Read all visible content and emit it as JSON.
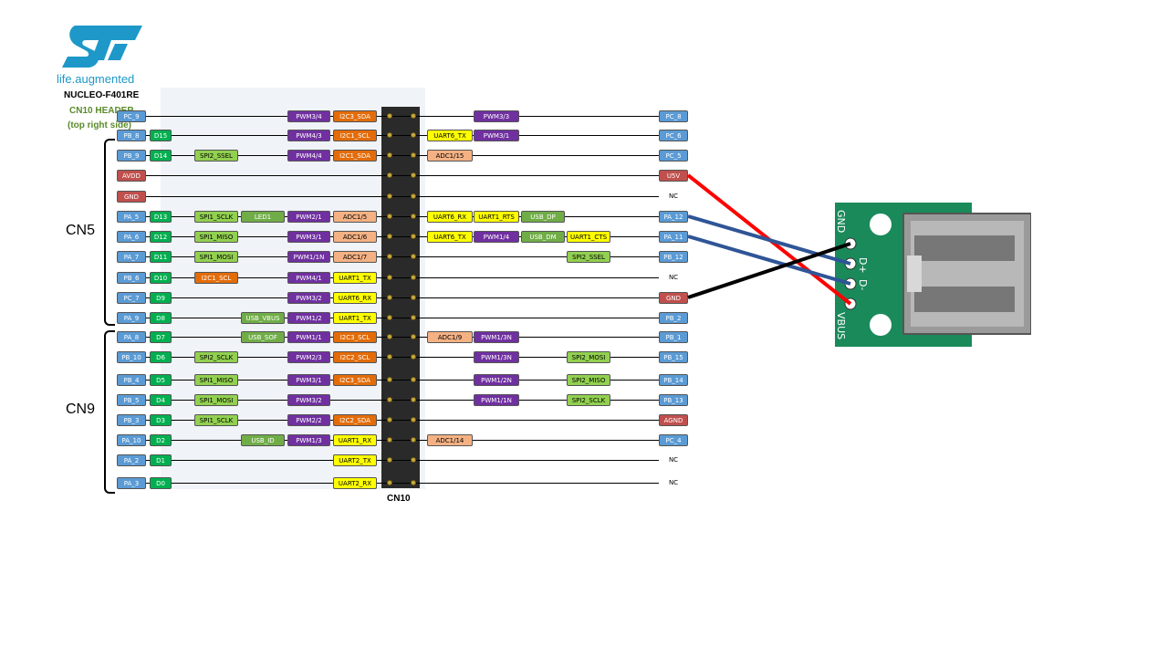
{
  "logo": {
    "tagline": "life.augmented",
    "board": "NUCLEO-F401RE",
    "header": "CN10 HEADER",
    "side": "(top right side)",
    "brand_color": "#1e98c8",
    "green": "#5a8a2a"
  },
  "connectors": {
    "cn5": "CN5",
    "cn9": "CN9",
    "cn10": "CN10"
  },
  "colors": {
    "port": "#5b9bd5",
    "arduino": "#00b050",
    "spi": "#92d050",
    "usb": "#70ad47",
    "pwm": "#7030a0",
    "i2c": "#e36c09",
    "adc": "#f4b183",
    "uart": "#ffff00",
    "power": "#c0504d",
    "wire_red": "#ff0000",
    "wire_blue": "#2f5597",
    "wire_black": "#000000",
    "pcb": "#1a8a5a"
  },
  "rows": [
    {
      "left": [
        [
          "PC_9",
          "port"
        ],
        null,
        null,
        [
          "PWM3/4",
          "pwm"
        ],
        [
          "I2C3_SDA",
          "i2c"
        ]
      ],
      "right": [
        null,
        [
          "PWM3/3",
          "pwm"
        ],
        null,
        null,
        null,
        [
          "PC_8",
          "port"
        ]
      ]
    },
    {
      "left": [
        [
          "PB_8",
          "port"
        ],
        [
          "D15",
          "arduino"
        ],
        null,
        [
          "PWM4/3",
          "pwm"
        ],
        [
          "I2C1_SCL",
          "i2c"
        ]
      ],
      "right": [
        [
          "UART6_TX",
          "uart"
        ],
        [
          "PWM3/1",
          "pwm"
        ],
        null,
        null,
        null,
        [
          "PC_6",
          "port"
        ]
      ]
    },
    {
      "left": [
        [
          "PB_9",
          "port"
        ],
        [
          "D14",
          "arduino"
        ],
        [
          "SPI2_SSEL",
          "spi"
        ],
        [
          "PWM4/4",
          "pwm"
        ],
        [
          "I2C1_SDA",
          "i2c"
        ]
      ],
      "right": [
        [
          "ADC1/15",
          "adc"
        ],
        null,
        null,
        null,
        null,
        [
          "PC_5",
          "port"
        ]
      ]
    },
    {
      "left": [
        [
          "AVDD",
          "power"
        ],
        null,
        null,
        null,
        null
      ],
      "right": [
        null,
        null,
        null,
        null,
        null,
        [
          "U5V",
          "power"
        ]
      ]
    },
    {
      "left": [
        [
          "GND",
          "power"
        ],
        null,
        null,
        null,
        null
      ],
      "right": [
        null,
        null,
        null,
        null,
        null,
        [
          "NC",
          "nc"
        ]
      ]
    },
    {
      "left": [
        [
          "PA_5",
          "port"
        ],
        [
          "D13",
          "arduino"
        ],
        [
          "SPI1_SCLK",
          "spi"
        ],
        [
          "LED1",
          "usb"
        ],
        [
          "PWM2/1",
          "pwm"
        ],
        [
          "ADC1/5",
          "adc"
        ]
      ],
      "right": [
        [
          "UART6_RX",
          "uart"
        ],
        [
          "UART1_RTS",
          "uart"
        ],
        [
          "USB_DP",
          "usb"
        ],
        null,
        null,
        [
          "PA_12",
          "port"
        ]
      ]
    },
    {
      "left": [
        [
          "PA_6",
          "port"
        ],
        [
          "D12",
          "arduino"
        ],
        [
          "SPI1_MISO",
          "spi"
        ],
        null,
        [
          "PWM3/1",
          "pwm"
        ],
        [
          "ADC1/6",
          "adc"
        ]
      ],
      "right": [
        [
          "UART6_TX",
          "uart"
        ],
        [
          "PWM1/4",
          "pwm"
        ],
        [
          "USB_DM",
          "usb"
        ],
        [
          "UART1_CTS",
          "uart"
        ],
        null,
        [
          "PA_11",
          "port"
        ]
      ]
    },
    {
      "left": [
        [
          "PA_7",
          "port"
        ],
        [
          "D11",
          "arduino"
        ],
        [
          "SPI1_MOSI",
          "spi"
        ],
        null,
        [
          "PWM1/1N",
          "pwm"
        ],
        [
          "ADC1/7",
          "adc"
        ]
      ],
      "right": [
        null,
        null,
        null,
        [
          "SPI2_SSEL",
          "spi"
        ],
        null,
        [
          "PB_12",
          "port"
        ]
      ]
    },
    {
      "left": [
        [
          "PB_6",
          "port"
        ],
        [
          "D10",
          "arduino"
        ],
        [
          "I2C1_SCL",
          "i2c"
        ],
        null,
        [
          "PWM4/1",
          "pwm"
        ],
        [
          "UART1_TX",
          "uart"
        ]
      ],
      "right": [
        null,
        null,
        null,
        null,
        null,
        [
          "NC",
          "nc"
        ]
      ]
    },
    {
      "left": [
        [
          "PC_7",
          "port"
        ],
        [
          "D9",
          "arduino"
        ],
        null,
        null,
        [
          "PWM3/2",
          "pwm"
        ],
        [
          "UART6_RX",
          "uart"
        ]
      ],
      "right": [
        null,
        null,
        null,
        null,
        null,
        [
          "GND",
          "power"
        ]
      ]
    },
    {
      "left": [
        [
          "PA_9",
          "port"
        ],
        [
          "D8",
          "arduino"
        ],
        null,
        [
          "USB_VBUS",
          "usb"
        ],
        [
          "PWM1/2",
          "pwm"
        ],
        [
          "UART1_TX",
          "uart"
        ]
      ],
      "right": [
        null,
        null,
        null,
        null,
        null,
        [
          "PB_2",
          "port"
        ]
      ]
    },
    {
      "left": [
        [
          "PA_8",
          "port"
        ],
        [
          "D7",
          "arduino"
        ],
        null,
        [
          "USB_SOF",
          "usb"
        ],
        [
          "PWM1/1",
          "pwm"
        ],
        [
          "I2C3_SCL",
          "i2c"
        ]
      ],
      "right": [
        [
          "ADC1/9",
          "adc"
        ],
        [
          "PWM1/3N",
          "pwm"
        ],
        null,
        null,
        null,
        [
          "PB_1",
          "port"
        ]
      ]
    },
    {
      "left": [
        [
          "PB_10",
          "port"
        ],
        [
          "D6",
          "arduino"
        ],
        [
          "SPI2_SCLK",
          "spi"
        ],
        null,
        [
          "PWM2/3",
          "pwm"
        ],
        [
          "I2C2_SCL",
          "i2c"
        ]
      ],
      "right": [
        null,
        [
          "PWM1/3N",
          "pwm"
        ],
        null,
        [
          "SPI2_MOSI",
          "spi"
        ],
        null,
        [
          "PB_15",
          "port"
        ]
      ]
    },
    {
      "left": [
        [
          "PB_4",
          "port"
        ],
        [
          "D5",
          "arduino"
        ],
        [
          "SPI1_MISO",
          "spi"
        ],
        null,
        [
          "PWM3/1",
          "pwm"
        ],
        [
          "I2C3_SDA",
          "i2c"
        ]
      ],
      "right": [
        null,
        [
          "PWM1/2N",
          "pwm"
        ],
        null,
        [
          "SPI2_MISO",
          "spi"
        ],
        null,
        [
          "PB_14",
          "port"
        ]
      ]
    },
    {
      "left": [
        [
          "PB_5",
          "port"
        ],
        [
          "D4",
          "arduino"
        ],
        [
          "SPI1_MOSI",
          "spi"
        ],
        null,
        [
          "PWM3/2",
          "pwm"
        ],
        null
      ],
      "right": [
        null,
        [
          "PWM1/1N",
          "pwm"
        ],
        null,
        [
          "SPI2_SCLK",
          "spi"
        ],
        null,
        [
          "PB_13",
          "port"
        ]
      ]
    },
    {
      "left": [
        [
          "PB_3",
          "port"
        ],
        [
          "D3",
          "arduino"
        ],
        [
          "SPI1_SCLK",
          "spi"
        ],
        null,
        [
          "PWM2/2",
          "pwm"
        ],
        [
          "I2C2_SDA",
          "i2c"
        ]
      ],
      "right": [
        null,
        null,
        null,
        null,
        null,
        [
          "AGND",
          "power"
        ]
      ]
    },
    {
      "left": [
        [
          "PA_10",
          "port"
        ],
        [
          "D2",
          "arduino"
        ],
        null,
        [
          "USB_ID",
          "usb"
        ],
        [
          "PWM1/3",
          "pwm"
        ],
        [
          "UART1_RX",
          "uart"
        ]
      ],
      "right": [
        [
          "ADC1/14",
          "adc"
        ],
        null,
        null,
        null,
        null,
        [
          "PC_4",
          "port"
        ]
      ]
    },
    {
      "left": [
        [
          "PA_2",
          "port"
        ],
        [
          "D1",
          "arduino"
        ],
        null,
        null,
        null,
        [
          "UART2_TX",
          "uart"
        ]
      ],
      "right": [
        null,
        null,
        null,
        null,
        null,
        [
          "NC",
          "nc"
        ]
      ]
    },
    {
      "left": [
        [
          "PA_3",
          "port"
        ],
        [
          "D0",
          "arduino"
        ],
        null,
        null,
        null,
        [
          "UART2_RX",
          "uart"
        ]
      ],
      "right": [
        null,
        null,
        null,
        null,
        null,
        [
          "NC",
          "nc"
        ]
      ]
    }
  ],
  "usb_board": {
    "pins": [
      "GND",
      "D+",
      "D-",
      "VBUS"
    ]
  }
}
